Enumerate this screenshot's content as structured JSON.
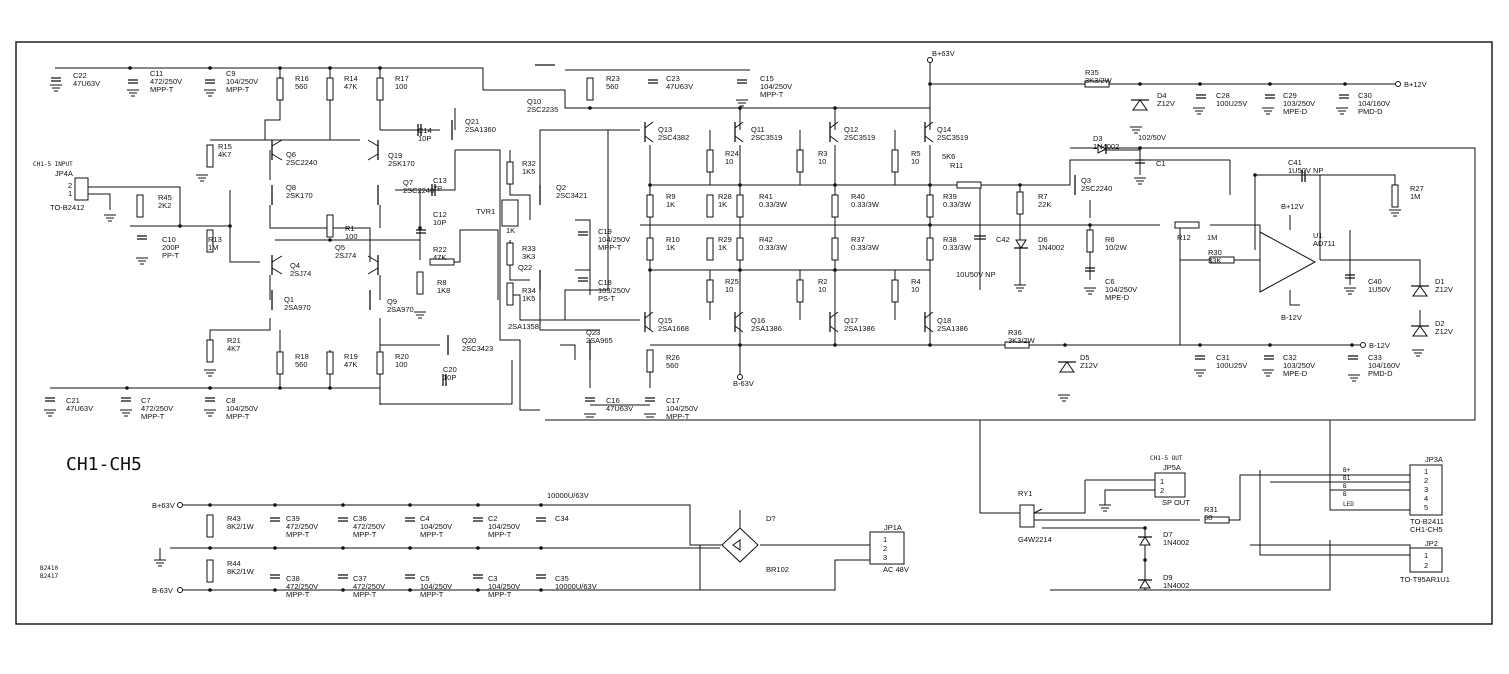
{
  "title": "CH1-CH5",
  "board_codes": [
    "B2410",
    "B2417"
  ],
  "rails": {
    "pos63": "B+63V",
    "neg63_bottom": "B-63V",
    "neg63_bus": "B-63V",
    "pos12": "B+12V",
    "neg12": "B-12V",
    "opamp_pos": "B+12V",
    "opamp_neg": "B-12V",
    "psu_pos": "B+63V",
    "psu_neg": "B-63V"
  },
  "connectors": {
    "input": {
      "caption": "CH1-5 INPUT",
      "ref": "JP4A",
      "part": "TO-B2412",
      "pins": [
        "2",
        "1"
      ]
    },
    "out": {
      "caption": "CH1-5 OUT",
      "ref": "JP5A",
      "part": "SP OUT",
      "pins": [
        "1",
        "2"
      ]
    },
    "jp3a": {
      "ref": "JP3A",
      "part": "TO-B2411",
      "sub": "CH1-CH5",
      "pins": [
        "1",
        "2",
        "3",
        "4",
        "5"
      ],
      "signals": [
        "B+",
        "B1",
        "B",
        "B",
        "LED"
      ]
    },
    "jp2": {
      "ref": "JP2",
      "part": "TO-T95AR1U1",
      "pins": [
        "1",
        "2"
      ]
    },
    "jp1a": {
      "ref": "JP1A",
      "part": "AC 48V",
      "pins": [
        "1",
        "2",
        "3"
      ]
    }
  },
  "components": [
    {
      "ref": "C22",
      "value": "47U63V"
    },
    {
      "ref": "C11",
      "value": "472/250V",
      "type": "MPP-T"
    },
    {
      "ref": "C9",
      "value": "104/250V",
      "type": "MPP-T"
    },
    {
      "ref": "R16",
      "value": "560"
    },
    {
      "ref": "R14",
      "value": "47K"
    },
    {
      "ref": "R17",
      "value": "100"
    },
    {
      "ref": "Q21",
      "value": "2SA1360"
    },
    {
      "ref": "Q10",
      "value": "2SC2235"
    },
    {
      "ref": "R23",
      "value": "560"
    },
    {
      "ref": "C23",
      "value": "47U63V"
    },
    {
      "ref": "C15",
      "value": "104/250V",
      "type": "MPP-T"
    },
    {
      "ref": "R15",
      "value": "4K7"
    },
    {
      "ref": "Q6",
      "value": "2SC2240"
    },
    {
      "ref": "Q19",
      "value": "2SK170"
    },
    {
      "ref": "C14",
      "value": "10P"
    },
    {
      "ref": "Q8",
      "value": "2SK170"
    },
    {
      "ref": "Q7",
      "value": "2SC2240"
    },
    {
      "ref": "C13",
      "value": "7P"
    },
    {
      "ref": "R45",
      "value": "2K2"
    },
    {
      "ref": "R1",
      "value": "100"
    },
    {
      "ref": "C12",
      "value": "10P"
    },
    {
      "ref": "R22",
      "value": "47K"
    },
    {
      "ref": "R8",
      "value": "1K8"
    },
    {
      "ref": "C10",
      "value": "200P",
      "type": "PP-T"
    },
    {
      "ref": "R13",
      "value": "1M"
    },
    {
      "ref": "Q4",
      "value": "2SJ74"
    },
    {
      "ref": "Q5",
      "value": "2SJ74"
    },
    {
      "ref": "Q1",
      "value": "2SA970"
    },
    {
      "ref": "Q9",
      "value": "2SA970"
    },
    {
      "ref": "R21",
      "value": "4K7"
    },
    {
      "ref": "Q20",
      "value": "2SC3423"
    },
    {
      "ref": "R18",
      "value": "560"
    },
    {
      "ref": "R19",
      "value": "47K"
    },
    {
      "ref": "R20",
      "value": "100"
    },
    {
      "ref": "C20",
      "value": "10P"
    },
    {
      "ref": "C21",
      "value": "47U63V"
    },
    {
      "ref": "C7",
      "value": "472/250V",
      "type": "MPP-T"
    },
    {
      "ref": "C8",
      "value": "104/250V",
      "type": "MPP-T"
    },
    {
      "ref": "R32",
      "value": "1K5"
    },
    {
      "ref": "Q2",
      "value": "2SC3421"
    },
    {
      "ref": "TVR1",
      "value": "1K"
    },
    {
      "ref": "R33",
      "value": "3K3"
    },
    {
      "ref": "Q22",
      "value": "2SA1358"
    },
    {
      "ref": "R34",
      "value": "1K5"
    },
    {
      "ref": "C19",
      "value": "104/250V",
      "type": "MPP-T"
    },
    {
      "ref": "C18",
      "value": "103/250V",
      "type": "PS-T"
    },
    {
      "ref": "Q23",
      "value": "2SA965"
    },
    {
      "ref": "C16",
      "value": "47U63V"
    },
    {
      "ref": "C17",
      "value": "104/250V",
      "type": "MPP-T"
    },
    {
      "ref": "R26",
      "value": "560"
    },
    {
      "ref": "Q13",
      "value": "2SC4382"
    },
    {
      "ref": "Q15",
      "value": "2SA1668"
    },
    {
      "ref": "R9",
      "value": "1K"
    },
    {
      "ref": "R10",
      "value": "1K"
    },
    {
      "ref": "Q11",
      "value": "2SC3519"
    },
    {
      "ref": "Q12",
      "value": "2SC3519"
    },
    {
      "ref": "Q14",
      "value": "2SC3519"
    },
    {
      "ref": "Q16",
      "value": "2SA1386"
    },
    {
      "ref": "Q17",
      "value": "2SA1386"
    },
    {
      "ref": "Q18",
      "value": "2SA1386"
    },
    {
      "ref": "R24",
      "value": "10"
    },
    {
      "ref": "R3",
      "value": "10"
    },
    {
      "ref": "R5",
      "value": "10"
    },
    {
      "ref": "R28",
      "value": "1K"
    },
    {
      "ref": "R29",
      "value": "1K"
    },
    {
      "ref": "R25",
      "value": "10"
    },
    {
      "ref": "R2",
      "value": "10"
    },
    {
      "ref": "R4",
      "value": "10"
    },
    {
      "ref": "R41",
      "value": "0.33/3W"
    },
    {
      "ref": "R42",
      "value": "0.33/3W"
    },
    {
      "ref": "R40",
      "value": "0.33/3W"
    },
    {
      "ref": "R37",
      "value": "0.33/3W"
    },
    {
      "ref": "R39",
      "value": "0.33/3W"
    },
    {
      "ref": "R38",
      "value": "0.33/3W"
    },
    {
      "ref": "R11",
      "value": "5K6"
    },
    {
      "ref": "R7",
      "value": "22K"
    },
    {
      "ref": "Q3",
      "value": "2SC2240"
    },
    {
      "ref": "D6",
      "value": "1N4002"
    },
    {
      "ref": "C42",
      "value": "10U50V NP"
    },
    {
      "ref": "R35",
      "value": "3K3/2W"
    },
    {
      "ref": "D4",
      "value": "Z12V"
    },
    {
      "ref": "C28",
      "value": "100U25V"
    },
    {
      "ref": "C29",
      "value": "103/250V",
      "type": "MPE-D"
    },
    {
      "ref": "C30",
      "value": "104/160V",
      "type": "PMD-D"
    },
    {
      "ref": "D3",
      "value": "1N4002"
    },
    {
      "ref": "C1",
      "value": "102/50V"
    },
    {
      "ref": "C41",
      "value": "1U50V NP"
    },
    {
      "ref": "R27",
      "value": "1M"
    },
    {
      "ref": "R6",
      "value": "10/2W"
    },
    {
      "ref": "C6",
      "value": "104/250V",
      "type": "MPE-D"
    },
    {
      "ref": "R12",
      "value": "1M"
    },
    {
      "ref": "R30",
      "value": "33K"
    },
    {
      "ref": "U1",
      "value": "AD711"
    },
    {
      "ref": "C40",
      "value": "1U50V"
    },
    {
      "ref": "D1",
      "value": "Z12V"
    },
    {
      "ref": "D2",
      "value": "Z12V"
    },
    {
      "ref": "R36",
      "value": "3K3/2W"
    },
    {
      "ref": "D5",
      "value": "Z12V"
    },
    {
      "ref": "C31",
      "value": "100U25V"
    },
    {
      "ref": "C32",
      "value": "103/250V",
      "type": "MPE-D"
    },
    {
      "ref": "C33",
      "value": "104/160V",
      "type": "PMD-D"
    },
    {
      "ref": "RY1",
      "value": "G4W2214"
    },
    {
      "ref": "R31",
      "value": "68"
    },
    {
      "ref": "D7",
      "value": "1N4002"
    },
    {
      "ref": "D9",
      "value": "1N4002"
    },
    {
      "ref": "R43",
      "value": "8K2/1W"
    },
    {
      "ref": "R44",
      "value": "8K2/1W"
    },
    {
      "ref": "C39",
      "value": "472/250V",
      "type": "MPP-T"
    },
    {
      "ref": "C38",
      "value": "472/250V",
      "type": "MPP-T"
    },
    {
      "ref": "C36",
      "value": "472/250V",
      "type": "MPP-T"
    },
    {
      "ref": "C37",
      "value": "472/250V",
      "type": "MPP-T"
    },
    {
      "ref": "C4",
      "value": "104/250V",
      "type": "MPP-T"
    },
    {
      "ref": "C5",
      "value": "104/250V",
      "type": "MPP-T"
    },
    {
      "ref": "C2",
      "value": "104/250V",
      "type": "MPP-T"
    },
    {
      "ref": "C3",
      "value": "104/250V",
      "type": "MPP-T"
    },
    {
      "ref": "C34",
      "value": "10000U/63V"
    },
    {
      "ref": "C35",
      "value": "10000U/63V"
    },
    {
      "ref": "D?",
      "value": "BR102"
    }
  ]
}
